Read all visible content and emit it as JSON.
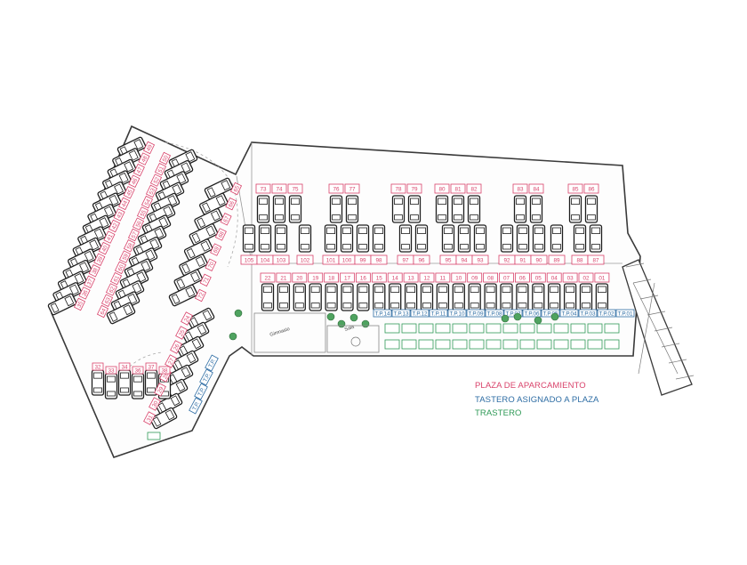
{
  "colors": {
    "parking": "#d9436b",
    "assigned_storage": "#2e6da4",
    "storage": "#2f9a57",
    "wall": "#3a3a3a",
    "car": "#1e1e1e",
    "greenery": "#4fa360"
  },
  "legend": {
    "parking_label": "PLAZA DE APARCAMIENTO",
    "assigned_storage_label": "TASTERO ASIGNADO A PLAZA",
    "storage_label": "TRASTERO"
  },
  "plan": {
    "top_row_labels": [
      "73",
      "74",
      "75",
      "76",
      "77",
      "78",
      "79",
      "80",
      "81",
      "82",
      "83",
      "84",
      "85",
      "86"
    ],
    "upper_mid_row_labels": [
      "105",
      "104",
      "103",
      "102",
      "101",
      "100",
      "99",
      "98",
      "97",
      "96",
      "95",
      "94",
      "93",
      "92",
      "91",
      "90",
      "89",
      "88",
      "87"
    ],
    "lower_mid_row_labels": [
      "22",
      "21",
      "20",
      "19",
      "18",
      "17",
      "16",
      "15",
      "14",
      "13",
      "12",
      "11",
      "10",
      "09",
      "08",
      "07",
      "06",
      "05",
      "04",
      "03",
      "02",
      "01"
    ],
    "assigned_storage_labels": [
      "T.P.14",
      "T.P.13",
      "T.P.12",
      "T.P.11",
      "T.P.10",
      "T.P.09",
      "T.P.08",
      "T.P.07",
      "T.P.06",
      "T.P.05",
      "T.P.04",
      "T.P.03",
      "T.P.02",
      "T.P.01"
    ],
    "west_outer_labels": [
      "49",
      "48",
      "47",
      "46",
      "45",
      "44",
      "43",
      "42",
      "41",
      "40",
      "39",
      "38",
      "37",
      "36",
      "35"
    ],
    "west_inner_labels": [
      "50",
      "51",
      "52",
      "53",
      "54",
      "55",
      "56",
      "57",
      "58",
      "59",
      "60",
      "61",
      "62",
      "63",
      "64"
    ],
    "west_center_labels": [
      "65",
      "66",
      "67",
      "68",
      "69",
      "70",
      "71",
      "72"
    ],
    "south_labels": [
      "24",
      "25",
      "26",
      "27",
      "28",
      "29",
      "30",
      "31",
      "32",
      "33",
      "34",
      "36",
      "37",
      "38"
    ],
    "room_labels": [
      "Gimnasio",
      "Sala"
    ]
  }
}
